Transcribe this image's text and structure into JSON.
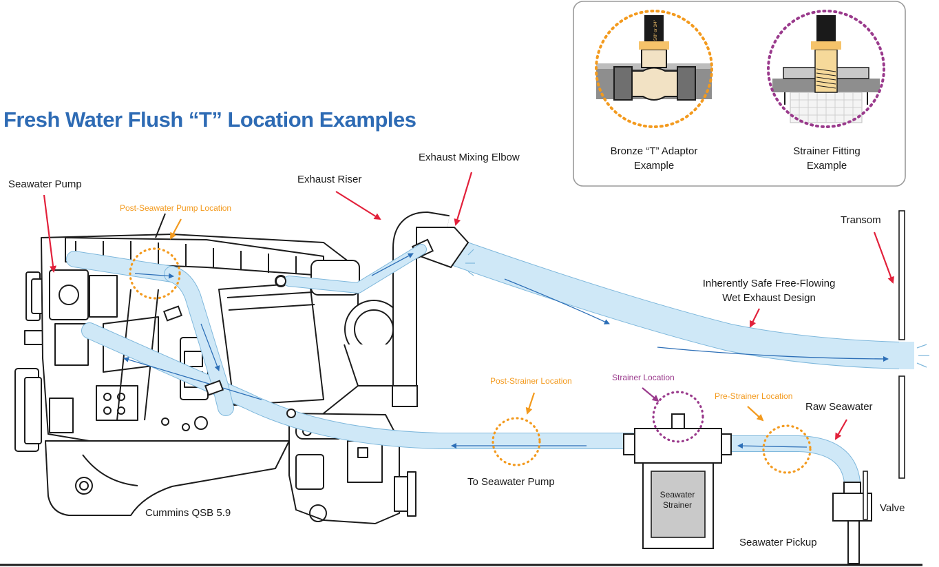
{
  "title": "Fresh Water Flush “T” Location Examples",
  "labels": {
    "seawater_pump": "Seawater Pump",
    "post_seawater_pump_location": "Post-Seawater Pump Location",
    "exhaust_riser": "Exhaust Riser",
    "exhaust_mixing_elbow": "Exhaust Mixing Elbow",
    "transom": "Transom",
    "wet_exhaust_line1": "Inherently Safe Free-Flowing",
    "wet_exhaust_line2": "Wet Exhaust Design",
    "post_strainer_location": "Post-Strainer Location",
    "strainer_location": "Strainer Location",
    "pre_strainer_location": "Pre-Strainer Location",
    "raw_seawater": "Raw Seawater",
    "to_seawater_pump": "To Seawater Pump",
    "seawater_strainer_line1": "Seawater",
    "seawater_strainer_line2": "Strainer",
    "valve": "Valve",
    "seawater_pickup": "Seawater Pickup",
    "engine_model": "Cummins QSB 5.9"
  },
  "inset": {
    "bronze_line1": "Bronze “T” Adaptor",
    "bronze_line2": "Example",
    "strainer_line1": "Strainer Fitting",
    "strainer_line2": "Example",
    "hose_tag": "5/8\" or 3/4\""
  },
  "colors": {
    "title": "#2e6bb4",
    "callout_arrow": "#e2213b",
    "location_orange": "#f39a1e",
    "location_purple": "#9a3a8c",
    "water": "#cfe8f7",
    "flow_arrow": "#2d6fb7"
  }
}
